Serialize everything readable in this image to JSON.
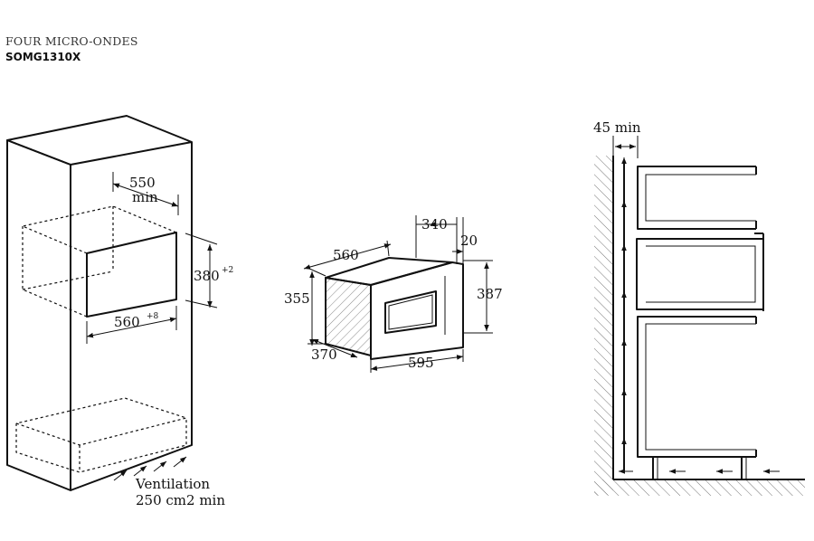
{
  "header": {
    "title": "FOUR MICRO-ONDES",
    "model": "SOMG1310X"
  },
  "cabinet": {
    "niche_depth": "550",
    "niche_depth_unit": "min",
    "niche_height": "380",
    "niche_height_tol": "+2",
    "niche_width": "560",
    "niche_width_tol": "+8",
    "ventilation_line1": "Ventilation",
    "ventilation_line2": "250 cm2 min"
  },
  "appliance": {
    "width_body": "560",
    "front_offset": "340",
    "panel_thickness": "20",
    "body_height": "355",
    "front_height": "387",
    "depth": "370",
    "front_width": "595"
  },
  "section": {
    "gap": "45 min"
  }
}
